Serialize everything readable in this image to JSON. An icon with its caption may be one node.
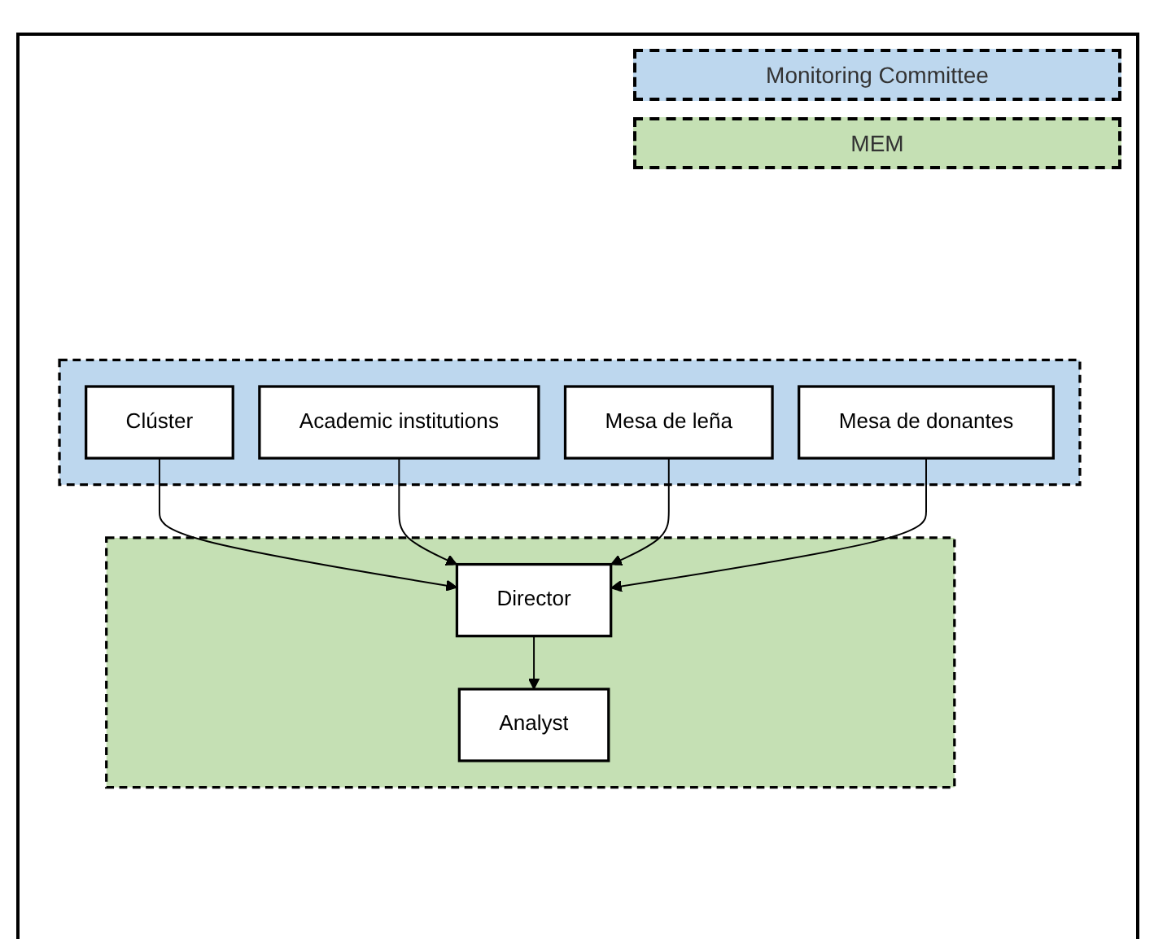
{
  "diagram": {
    "nodes": [
      {
        "text": [],
        "shape": "box"
      },
      {
        "text": [
          "Clúster"
        ],
        "in": 0
      },
      {
        "text": [
          "Academic institutions"
        ],
        "in": 0
      },
      {
        "text": [
          "Mesa de leña"
        ],
        "in": 0
      },
      {
        "text": [
          "Mesa de donantes"
        ],
        "in": 0
      },
      {
        "text": [],
        "shape": "box"
      },
      {
        "text": [
          "Director"
        ],
        "in": 5
      },
      {
        "text": [
          "Analyst"
        ],
        "in": 5
      }
    ],
    "edges": [
      {
        "from": 1,
        "to": 6,
        "arrow": "to"
      },
      {
        "from": 2,
        "to": 6,
        "arrow": "to"
      },
      {
        "from": 3,
        "to": 6,
        "arrow": "to"
      },
      {
        "from": 4,
        "to": 6,
        "arrow": "to"
      },
      {
        "from": 6,
        "to": 7,
        "arrow": "to"
      }
    ],
    "legend": [
      {
        "text": "Monitoring Committee",
        "color": "#bdd7ee"
      },
      {
        "text": "MEM",
        "color": "#c5e0b4"
      }
    ]
  }
}
